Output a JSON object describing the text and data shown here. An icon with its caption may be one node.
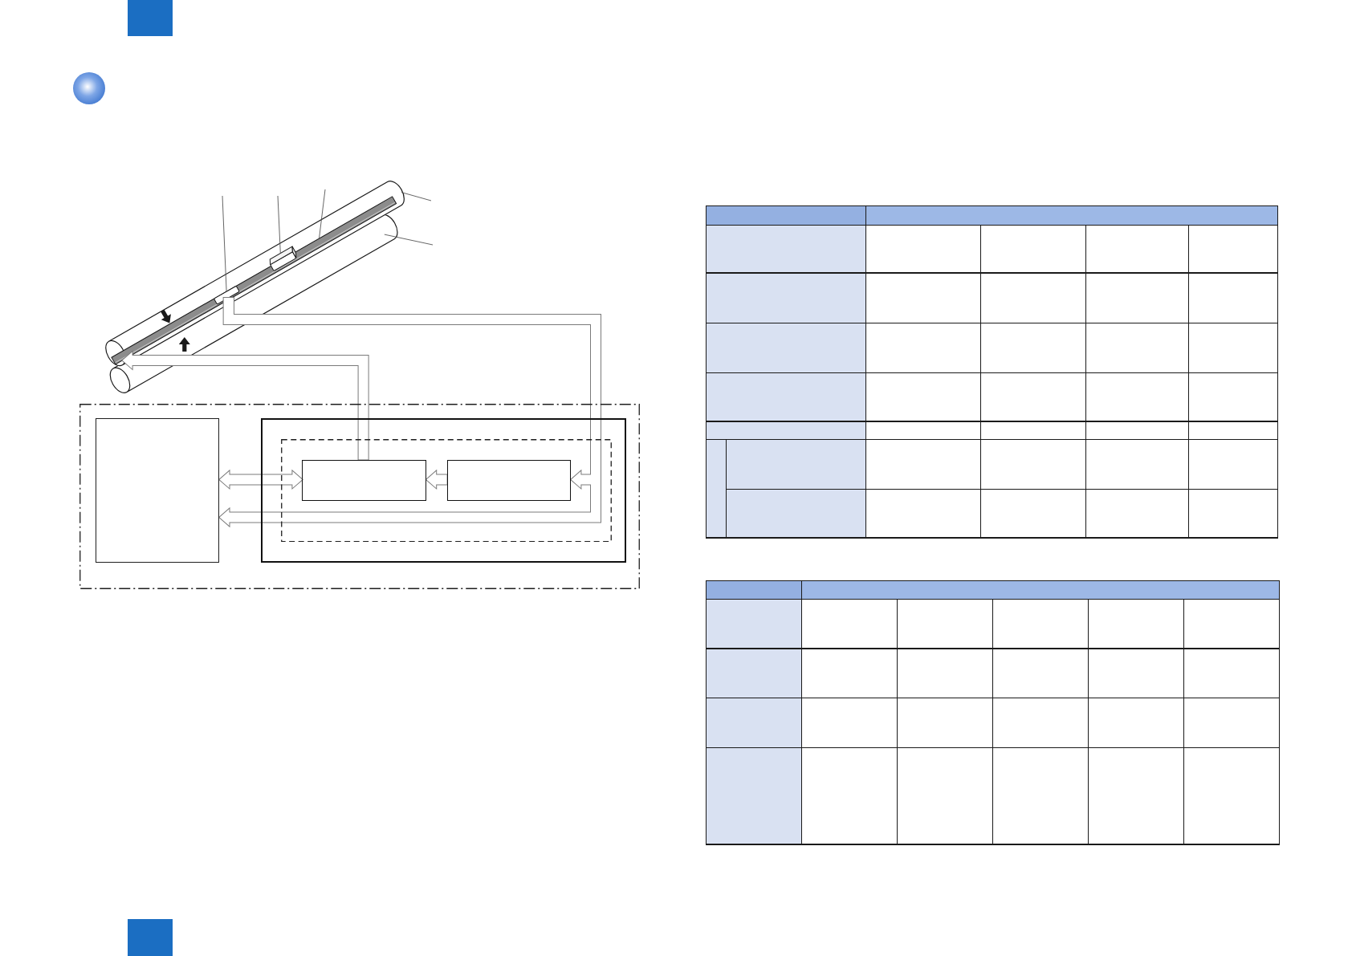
{
  "diagram": {
    "nodes": [
      {
        "text": [],
        "shape": "cylinder"
      },
      {
        "text": [],
        "shape": "cylinder"
      },
      {
        "text": [],
        "shape": "bar",
        "in": 0
      },
      {
        "text": [],
        "shape": "box",
        "in": 2
      },
      {
        "text": [],
        "shape": "box",
        "in": 2
      },
      {
        "text": [],
        "shape": "box"
      },
      {
        "text": [],
        "shape": "box",
        "in": 5
      },
      {
        "text": [],
        "shape": "box",
        "in": 5
      },
      {
        "text": [],
        "shape": "box",
        "in": 7
      },
      {
        "text": [],
        "shape": "box",
        "in": 8
      },
      {
        "text": [],
        "shape": "box",
        "in": 8
      }
    ],
    "edges": [
      {
        "from": 3,
        "to": 10,
        "arrow": "to",
        "style": "thick"
      },
      {
        "from": 3,
        "to": 6,
        "arrow": "to",
        "style": "thick"
      },
      {
        "from": 9,
        "to": 2,
        "arrow": "to",
        "style": "thick"
      },
      {
        "from": 6,
        "to": 9,
        "arrow": "both",
        "style": "thick"
      },
      {
        "from": 10,
        "to": 9,
        "arrow": "to",
        "style": "thick"
      },
      {
        "from": null,
        "to": 3,
        "arrow": "none"
      },
      {
        "from": null,
        "to": 4,
        "arrow": "none"
      },
      {
        "from": null,
        "to": 2,
        "arrow": "none"
      },
      {
        "from": null,
        "to": 0,
        "arrow": "none"
      },
      {
        "from": null,
        "to": 1,
        "arrow": "none"
      }
    ]
  }
}
